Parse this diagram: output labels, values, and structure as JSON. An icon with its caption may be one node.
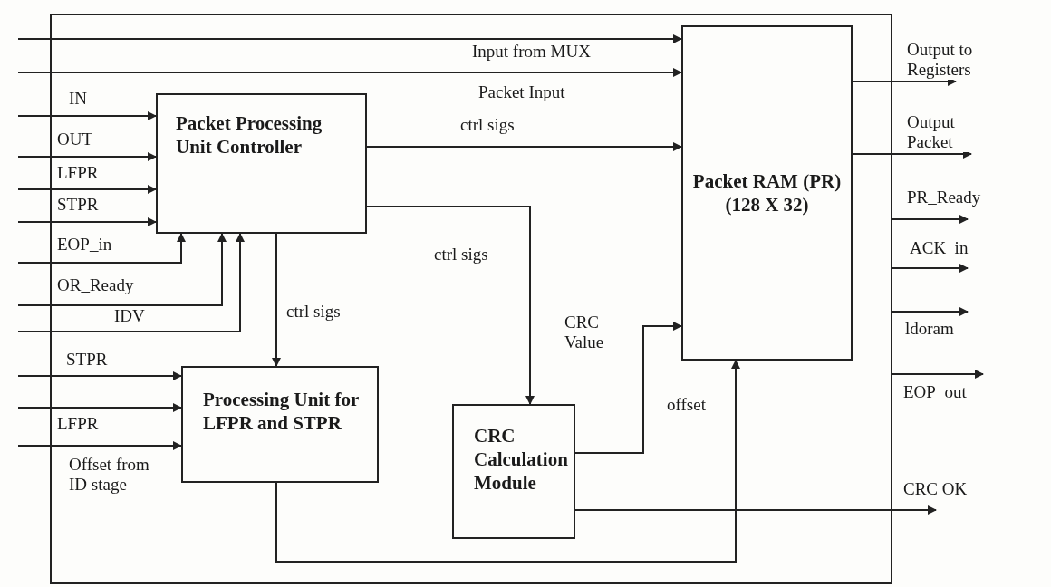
{
  "diagram": {
    "nodes": [
      {
        "text": [],
        "shape": "box"
      },
      {
        "text": [
          "Packet Processing Unit Controller"
        ],
        "in": 0
      },
      {
        "text": [
          "Processing Unit for LFPR and STPR"
        ],
        "in": 0
      },
      {
        "text": [
          "CRC Calculation Module"
        ],
        "in": 0
      },
      {
        "text": [
          "Packet RAM (PR) (128 X 32)"
        ],
        "in": 0
      }
    ],
    "edges": [
      {
        "from": null,
        "to": 4,
        "arrow": "to",
        "label": "Input from MUX"
      },
      {
        "from": null,
        "to": 4,
        "arrow": "to",
        "label": "Packet Input"
      },
      {
        "from": null,
        "to": 1,
        "arrow": "to",
        "label": "IN"
      },
      {
        "from": null,
        "to": 1,
        "arrow": "to",
        "label": "OUT"
      },
      {
        "from": null,
        "to": 1,
        "arrow": "to",
        "label": "LFPR"
      },
      {
        "from": null,
        "to": 1,
        "arrow": "to",
        "label": "STPR"
      },
      {
        "from": null,
        "to": 1,
        "arrow": "to",
        "label": "EOP_in"
      },
      {
        "from": null,
        "to": 1,
        "arrow": "to",
        "label": "OR_Ready"
      },
      {
        "from": null,
        "to": 1,
        "arrow": "to",
        "label": "IDV"
      },
      {
        "from": 1,
        "to": 4,
        "arrow": "to",
        "label": "ctrl sigs"
      },
      {
        "from": 1,
        "to": 3,
        "arrow": "to",
        "label": "ctrl sigs"
      },
      {
        "from": 1,
        "to": 2,
        "arrow": "to",
        "label": "ctrl sigs"
      },
      {
        "from": null,
        "to": 2,
        "arrow": "to",
        "label": "STPR"
      },
      {
        "from": null,
        "to": 2,
        "arrow": "to",
        "label": "LFPR"
      },
      {
        "from": null,
        "to": 2,
        "arrow": "to",
        "label": "Offset from ID stage"
      },
      {
        "from": 3,
        "to": 4,
        "arrow": "to",
        "label": "CRC Value"
      },
      {
        "from": 2,
        "to": 4,
        "arrow": "to",
        "label": "offset"
      },
      {
        "from": 4,
        "to": null,
        "arrow": "to",
        "label": "Output to Registers"
      },
      {
        "from": 4,
        "to": null,
        "arrow": "to",
        "label": "Output Packet"
      },
      {
        "from": 0,
        "to": null,
        "arrow": "to",
        "label": "PR_Ready"
      },
      {
        "from": 0,
        "to": null,
        "arrow": "to",
        "label": "ACK_in"
      },
      {
        "from": 0,
        "to": null,
        "arrow": "to",
        "label": "ldoram"
      },
      {
        "from": 0,
        "to": null,
        "arrow": "to",
        "label": "EOP_out"
      },
      {
        "from": 3,
        "to": null,
        "arrow": "to",
        "label": "CRC OK"
      }
    ]
  }
}
